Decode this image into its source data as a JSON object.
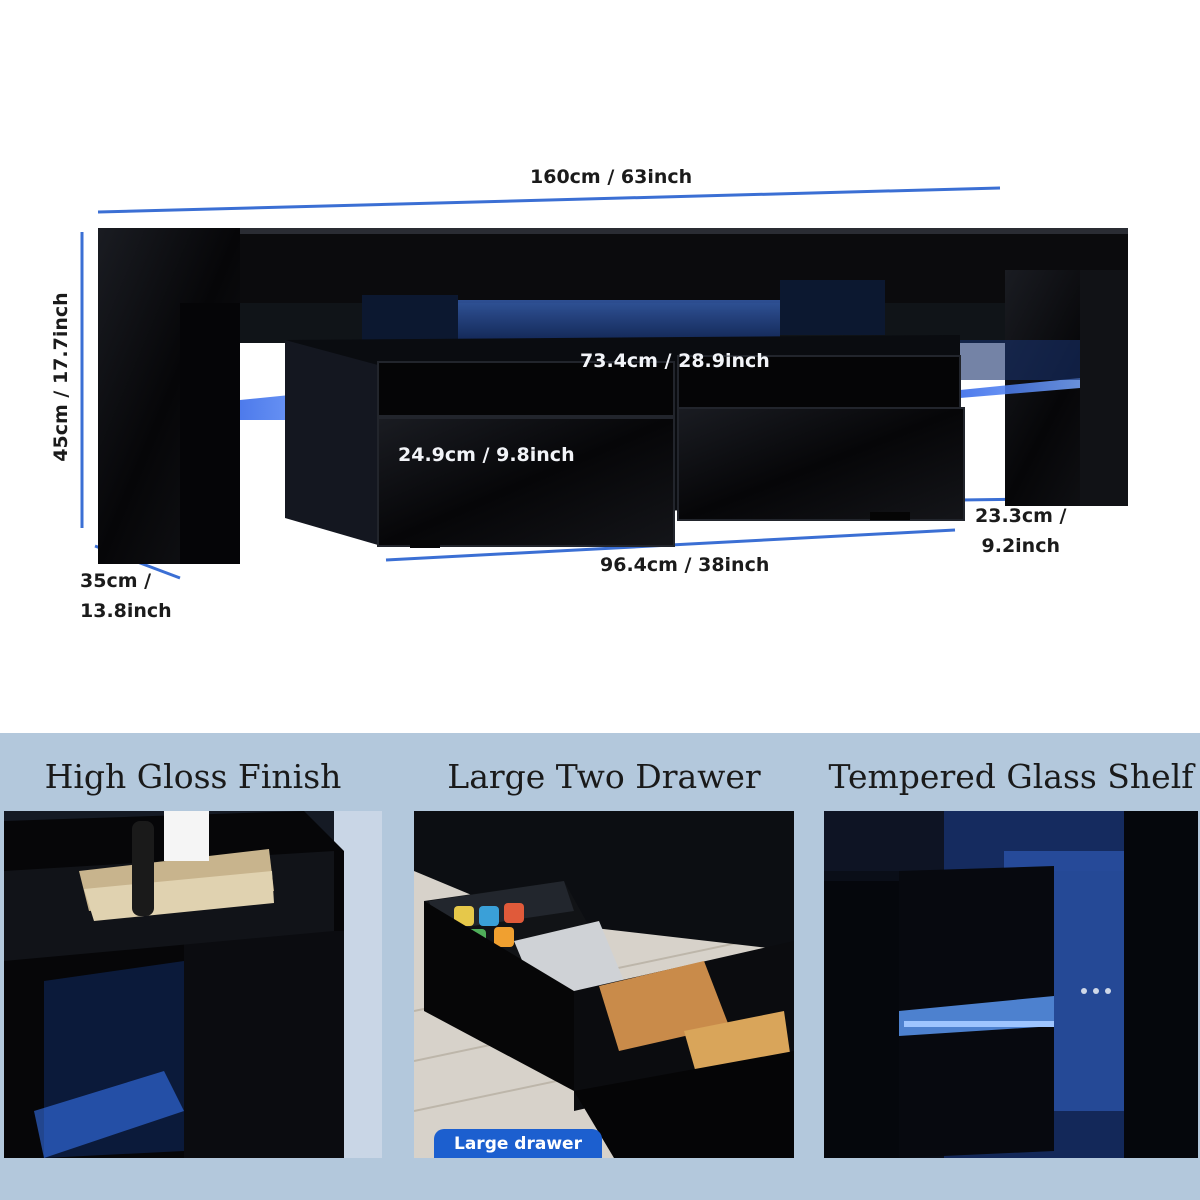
{
  "dimensions": {
    "total_width": "160cm / 63inch",
    "height": "45cm / 17.7inch",
    "depth": "35cm /\n13.8inch",
    "drawer_width": "73.4cm / 28.9inch",
    "drawer_height": "24.9cm / 9.8inch",
    "cabinet_width": "96.4cm / 38inch",
    "shelf_depth": "23.3cm /\n9.2inch"
  },
  "features": [
    {
      "title": "High Gloss Finish"
    },
    {
      "title": "Large Two Drawer",
      "caption": "Large drawer"
    },
    {
      "title": "Tempered Glass Shelf"
    }
  ],
  "colors": {
    "cabinet_black": "#0b0b0d",
    "led_blue": "#2f6dff",
    "dimension_line": "#3b6fd4",
    "feature_band": "#b3c8dc"
  }
}
